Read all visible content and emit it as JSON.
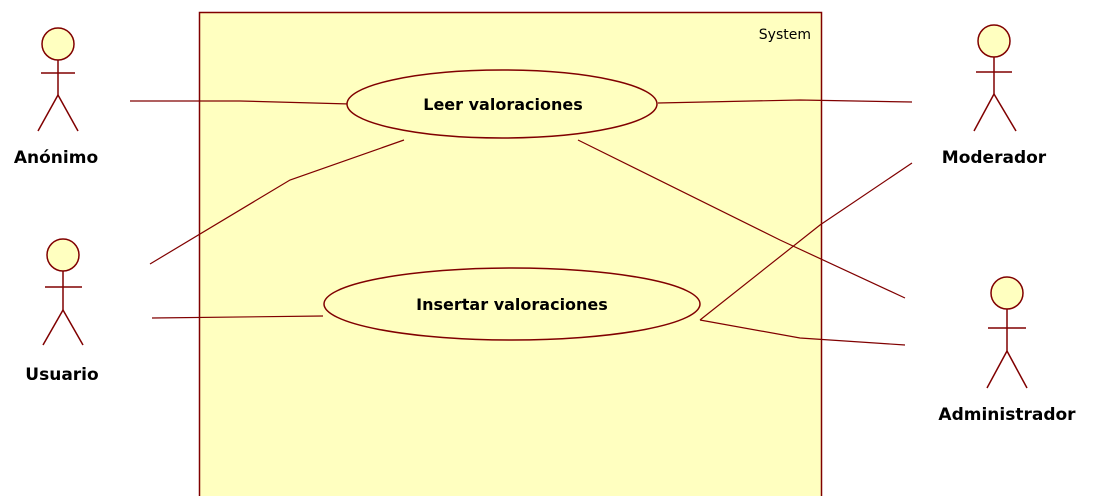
{
  "diagram": {
    "system": {
      "label": "System"
    },
    "use_cases": {
      "leer": "Leer valoraciones",
      "insertar": "Insertar valoraciones"
    },
    "actors": {
      "anonimo": "Anónimo",
      "usuario": "Usuario",
      "moderador": "Moderador",
      "administrador": "Administrador"
    },
    "colors": {
      "stroke": "#800000",
      "fill": "#ffffc0"
    }
  }
}
